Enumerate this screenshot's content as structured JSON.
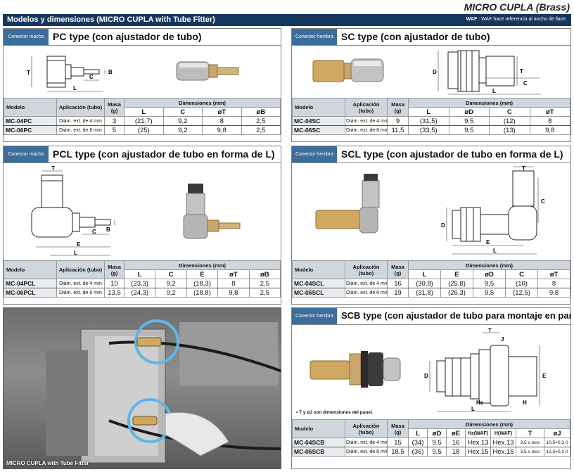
{
  "brand": "MICRO CUPLA (Brass)",
  "header": {
    "title": "Modelos y dimensiones (MICRO CUPLA with Tube Fitter)",
    "waf_key": "WAF",
    "waf_note": ": WAF hace referencia al ancho de llave."
  },
  "tags": {
    "male": "Conector macho",
    "female": "Conector hembra"
  },
  "common": {
    "model": "Modelo",
    "application": "Aplicación (tubo)",
    "mass": "Masa (g)",
    "dimensions": "Dimensiones (mm)"
  },
  "pc": {
    "title": "PC type (con ajustador de tubo)",
    "labels": {
      "T": "T",
      "C": "C",
      "B": "B",
      "L": "L"
    },
    "cols": [
      "L",
      "C",
      "øT",
      "øB"
    ],
    "rows": [
      {
        "model": "MC-04PC",
        "app": "Diám. ext. de 4 mm",
        "mass": "3",
        "v": [
          "(21,7)",
          "9,2",
          "8",
          "2,5"
        ]
      },
      {
        "model": "MC-06PC",
        "app": "Diám. ext. de 6 mm",
        "mass": "5",
        "v": [
          "(25)",
          "9,2",
          "9,8",
          "2,5"
        ]
      }
    ]
  },
  "sc": {
    "title": "SC type (con ajustador de tubo)",
    "labels": {
      "D": "D",
      "T": "T",
      "C": "C",
      "L": "L"
    },
    "cols": [
      "L",
      "øD",
      "C",
      "øT"
    ],
    "rows": [
      {
        "model": "MC-04SC",
        "app": "Diám. ext. de 4 mm",
        "mass": "9",
        "v": [
          "(31,5)",
          "9,5",
          "(12)",
          "8"
        ]
      },
      {
        "model": "MC-06SC",
        "app": "Diám. ext. de 6 mm",
        "mass": "11,5",
        "v": [
          "(33,5)",
          "9,5",
          "(13)",
          "9,8"
        ]
      }
    ]
  },
  "pcl": {
    "title": "PCL type (con ajustador de tubo en forma de L)",
    "labels": {
      "T": "T",
      "C": "C",
      "B": "B",
      "E": "E",
      "L": "L"
    },
    "cols": [
      "L",
      "C",
      "E",
      "øT",
      "øB"
    ],
    "rows": [
      {
        "model": "MC-04PCL",
        "app": "Diám. ext. de 4 mm",
        "mass": "10",
        "v": [
          "(23,3)",
          "9,2",
          "(18,3)",
          "8",
          "2,5"
        ]
      },
      {
        "model": "MC-06PCL",
        "app": "Diám. ext. de 6 mm",
        "mass": "13,5",
        "v": [
          "(24,3)",
          "9,2",
          "(18,8)",
          "9,8",
          "2,5"
        ]
      }
    ]
  },
  "scl": {
    "title": "SCL type (con ajustador de tubo en forma de L)",
    "labels": {
      "T": "T",
      "C": "C",
      "D": "D",
      "E": "E",
      "L": "L"
    },
    "cols": [
      "L",
      "E",
      "øD",
      "C",
      "øT"
    ],
    "rows": [
      {
        "model": "MC-04SCL",
        "app": "Diám. ext. de 4 mm",
        "mass": "16",
        "v": [
          "(30,8)",
          "(25,8)",
          "9,5",
          "(10)",
          "8"
        ]
      },
      {
        "model": "MC-06SCL",
        "app": "Diám. ext. de 6 mm",
        "mass": "19",
        "v": [
          "(31,8)",
          "(26,3)",
          "9,5",
          "(12,5)",
          "9,8"
        ]
      }
    ]
  },
  "scb": {
    "title": "SCB type (con ajustador de tubo para montaje en panel)",
    "note": "• T y øJ son dimensiones del panel.",
    "labels": {
      "T": "T",
      "D": "D",
      "E": "E",
      "J": "J",
      "Hs": "Hs",
      "H": "H",
      "L": "L"
    },
    "cols": [
      "L",
      "øD",
      "øE",
      "Hs(WAF)",
      "H(WAF)",
      "T",
      "øJ"
    ],
    "rows": [
      {
        "model": "MC-04SCB",
        "app": "Diám. ext. de 4 mm",
        "mass": "15",
        "v": [
          "(34)",
          "9,5",
          "16",
          "Hex.13",
          "Hex.13",
          "3,5 o less",
          "10,5+0,3 0"
        ]
      },
      {
        "model": "MC-06SCB",
        "app": "Diám. ext. de 6 mm",
        "mass": "18,5",
        "v": [
          "(36)",
          "9,5",
          "18",
          "Hex.15",
          "Hex.15",
          "3,5 o less",
          "12,5+0,3 0"
        ]
      }
    ]
  },
  "photo": {
    "caption": "MICRO CUPLA with Tube Fitter"
  }
}
